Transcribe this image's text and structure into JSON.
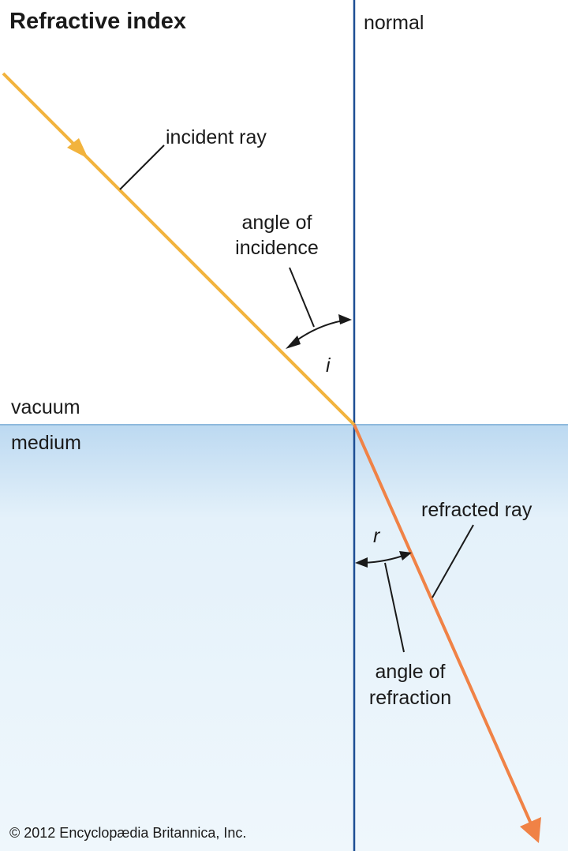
{
  "title": "Refractive index",
  "labels": {
    "normal": "normal",
    "incident_ray": "incident ray",
    "angle_of_incidence_line1": "angle of",
    "angle_of_incidence_line2": "incidence",
    "angle_i": "i",
    "vacuum": "vacuum",
    "medium": "medium",
    "refracted_ray": "refracted ray",
    "angle_r": "r",
    "angle_of_refraction_line1": "angle of",
    "angle_of_refraction_line2": "refraction"
  },
  "copyright": "© 2012 Encyclopædia Britannica, Inc.",
  "colors": {
    "incident_ray": "#f2b33d",
    "refracted_ray": "#f08246",
    "normal_line": "#1d4e94",
    "interface_line": "#8fb9dd",
    "medium_top": "#bcd9f1",
    "medium_bottom": "#eff7fc",
    "text": "#1a1a1a"
  }
}
